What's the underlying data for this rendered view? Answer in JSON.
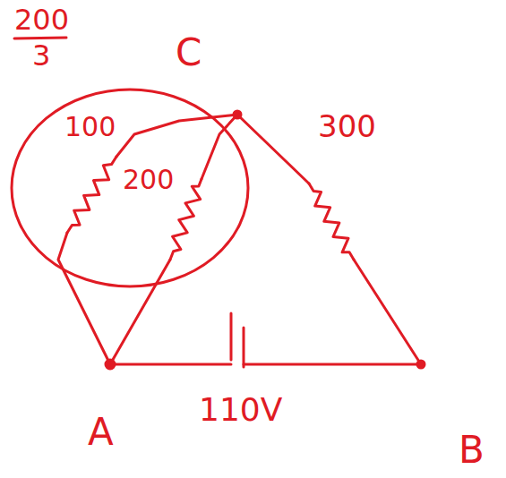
{
  "diagram": {
    "labels": [
      "200",
      "3",
      "C",
      "100",
      "200",
      "300",
      "A",
      "110V",
      "B"
    ]
  }
}
